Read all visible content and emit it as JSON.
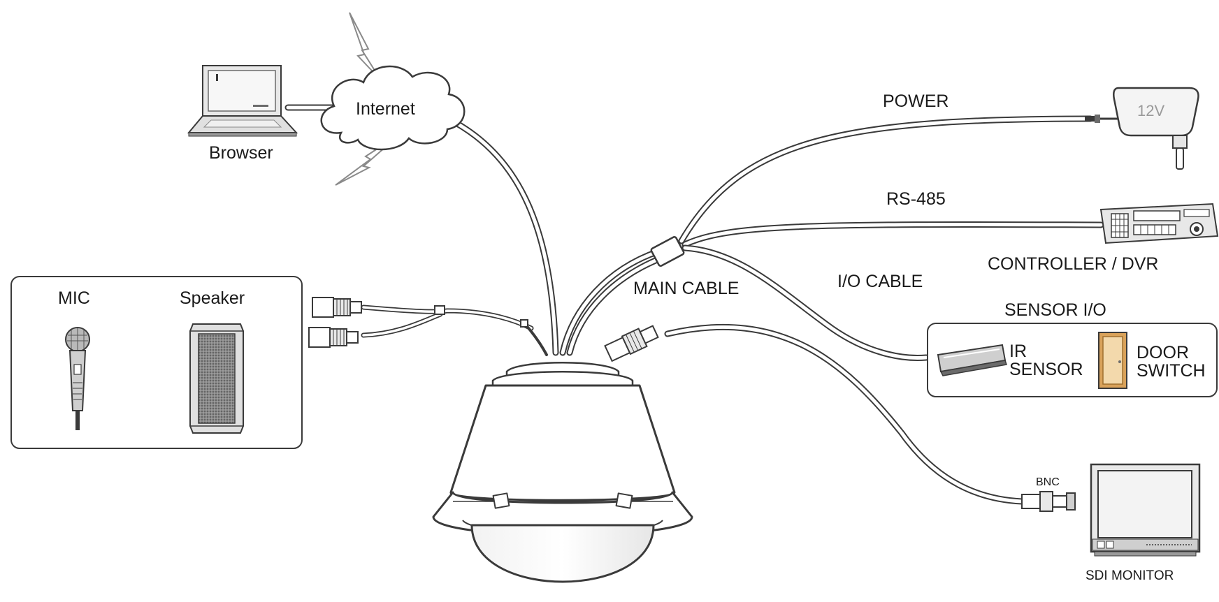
{
  "labels": {
    "internet": "Internet",
    "browser": "Browser",
    "power": "POWER",
    "adapter_voltage": "12V",
    "rs485": "RS-485",
    "controller": "CONTROLLER / DVR",
    "main_cable": "MAIN CABLE",
    "io_cable": "I/O CABLE",
    "sensor_io": "SENSOR I/O",
    "ir_sensor": "IR\nSENSOR",
    "door_switch": "DOOR\nSWITCH",
    "mic": "MIC",
    "speaker": "Speaker",
    "bnc": "BNC",
    "sdi_monitor": "SDI MONITOR"
  },
  "colors": {
    "stroke": "#3a3a3a",
    "cable_fill": "#ffffff",
    "device_gray": "#d9d9d9",
    "dark_gray": "#6b6b6b",
    "wood": "#d9a25a",
    "speaker_mesh": "#7d7d7d"
  },
  "icons": [
    "laptop-icon",
    "internet-cloud-icon",
    "lightning-icon",
    "power-adapter-icon",
    "ptz-controller-icon",
    "microphone-icon",
    "speaker-icon",
    "ir-sensor-icon",
    "door-switch-icon",
    "monitor-icon",
    "bnc-connector-icon",
    "rca-connector-icon",
    "dome-camera-icon",
    "cable-splitter-icon"
  ]
}
